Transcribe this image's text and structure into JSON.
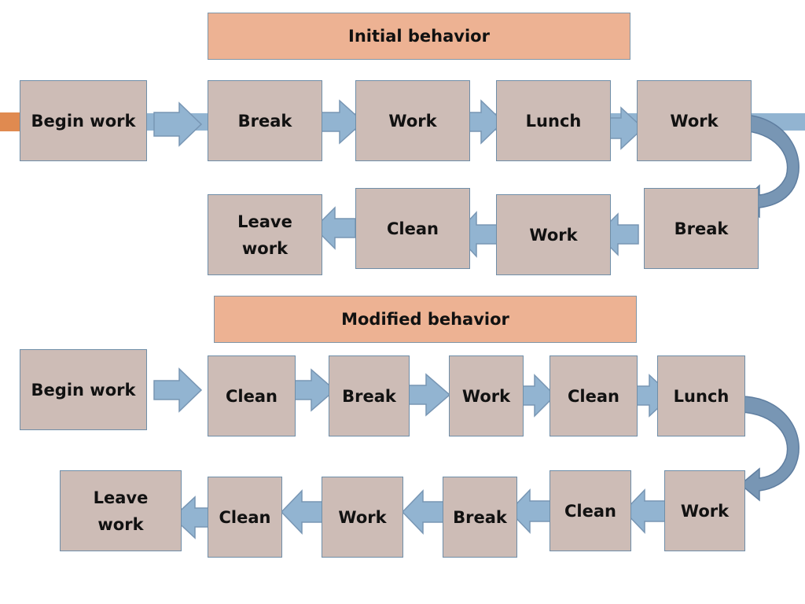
{
  "colors": {
    "header_fill": "#edb293",
    "box_fill": "#cdbcb6",
    "box_border": "#6f8ea8",
    "arrow_fill": "#92b4d1",
    "arrow_stroke": "#7896b4",
    "accent": "#e08a50"
  },
  "initial": {
    "title": "Initial behavior",
    "row1": [
      "Begin work",
      "Break",
      "Work",
      "Lunch",
      "Work"
    ],
    "row2": [
      "Leave\nwork",
      "Clean",
      "Work",
      "Break"
    ]
  },
  "modified": {
    "title": "Modified behavior",
    "row1": [
      "Begin work",
      "Clean",
      "Break",
      "Work",
      "Clean",
      "Lunch"
    ],
    "row2": [
      "Leave\nwork",
      "Clean",
      "Work",
      "Break",
      "Clean",
      "Work"
    ]
  }
}
